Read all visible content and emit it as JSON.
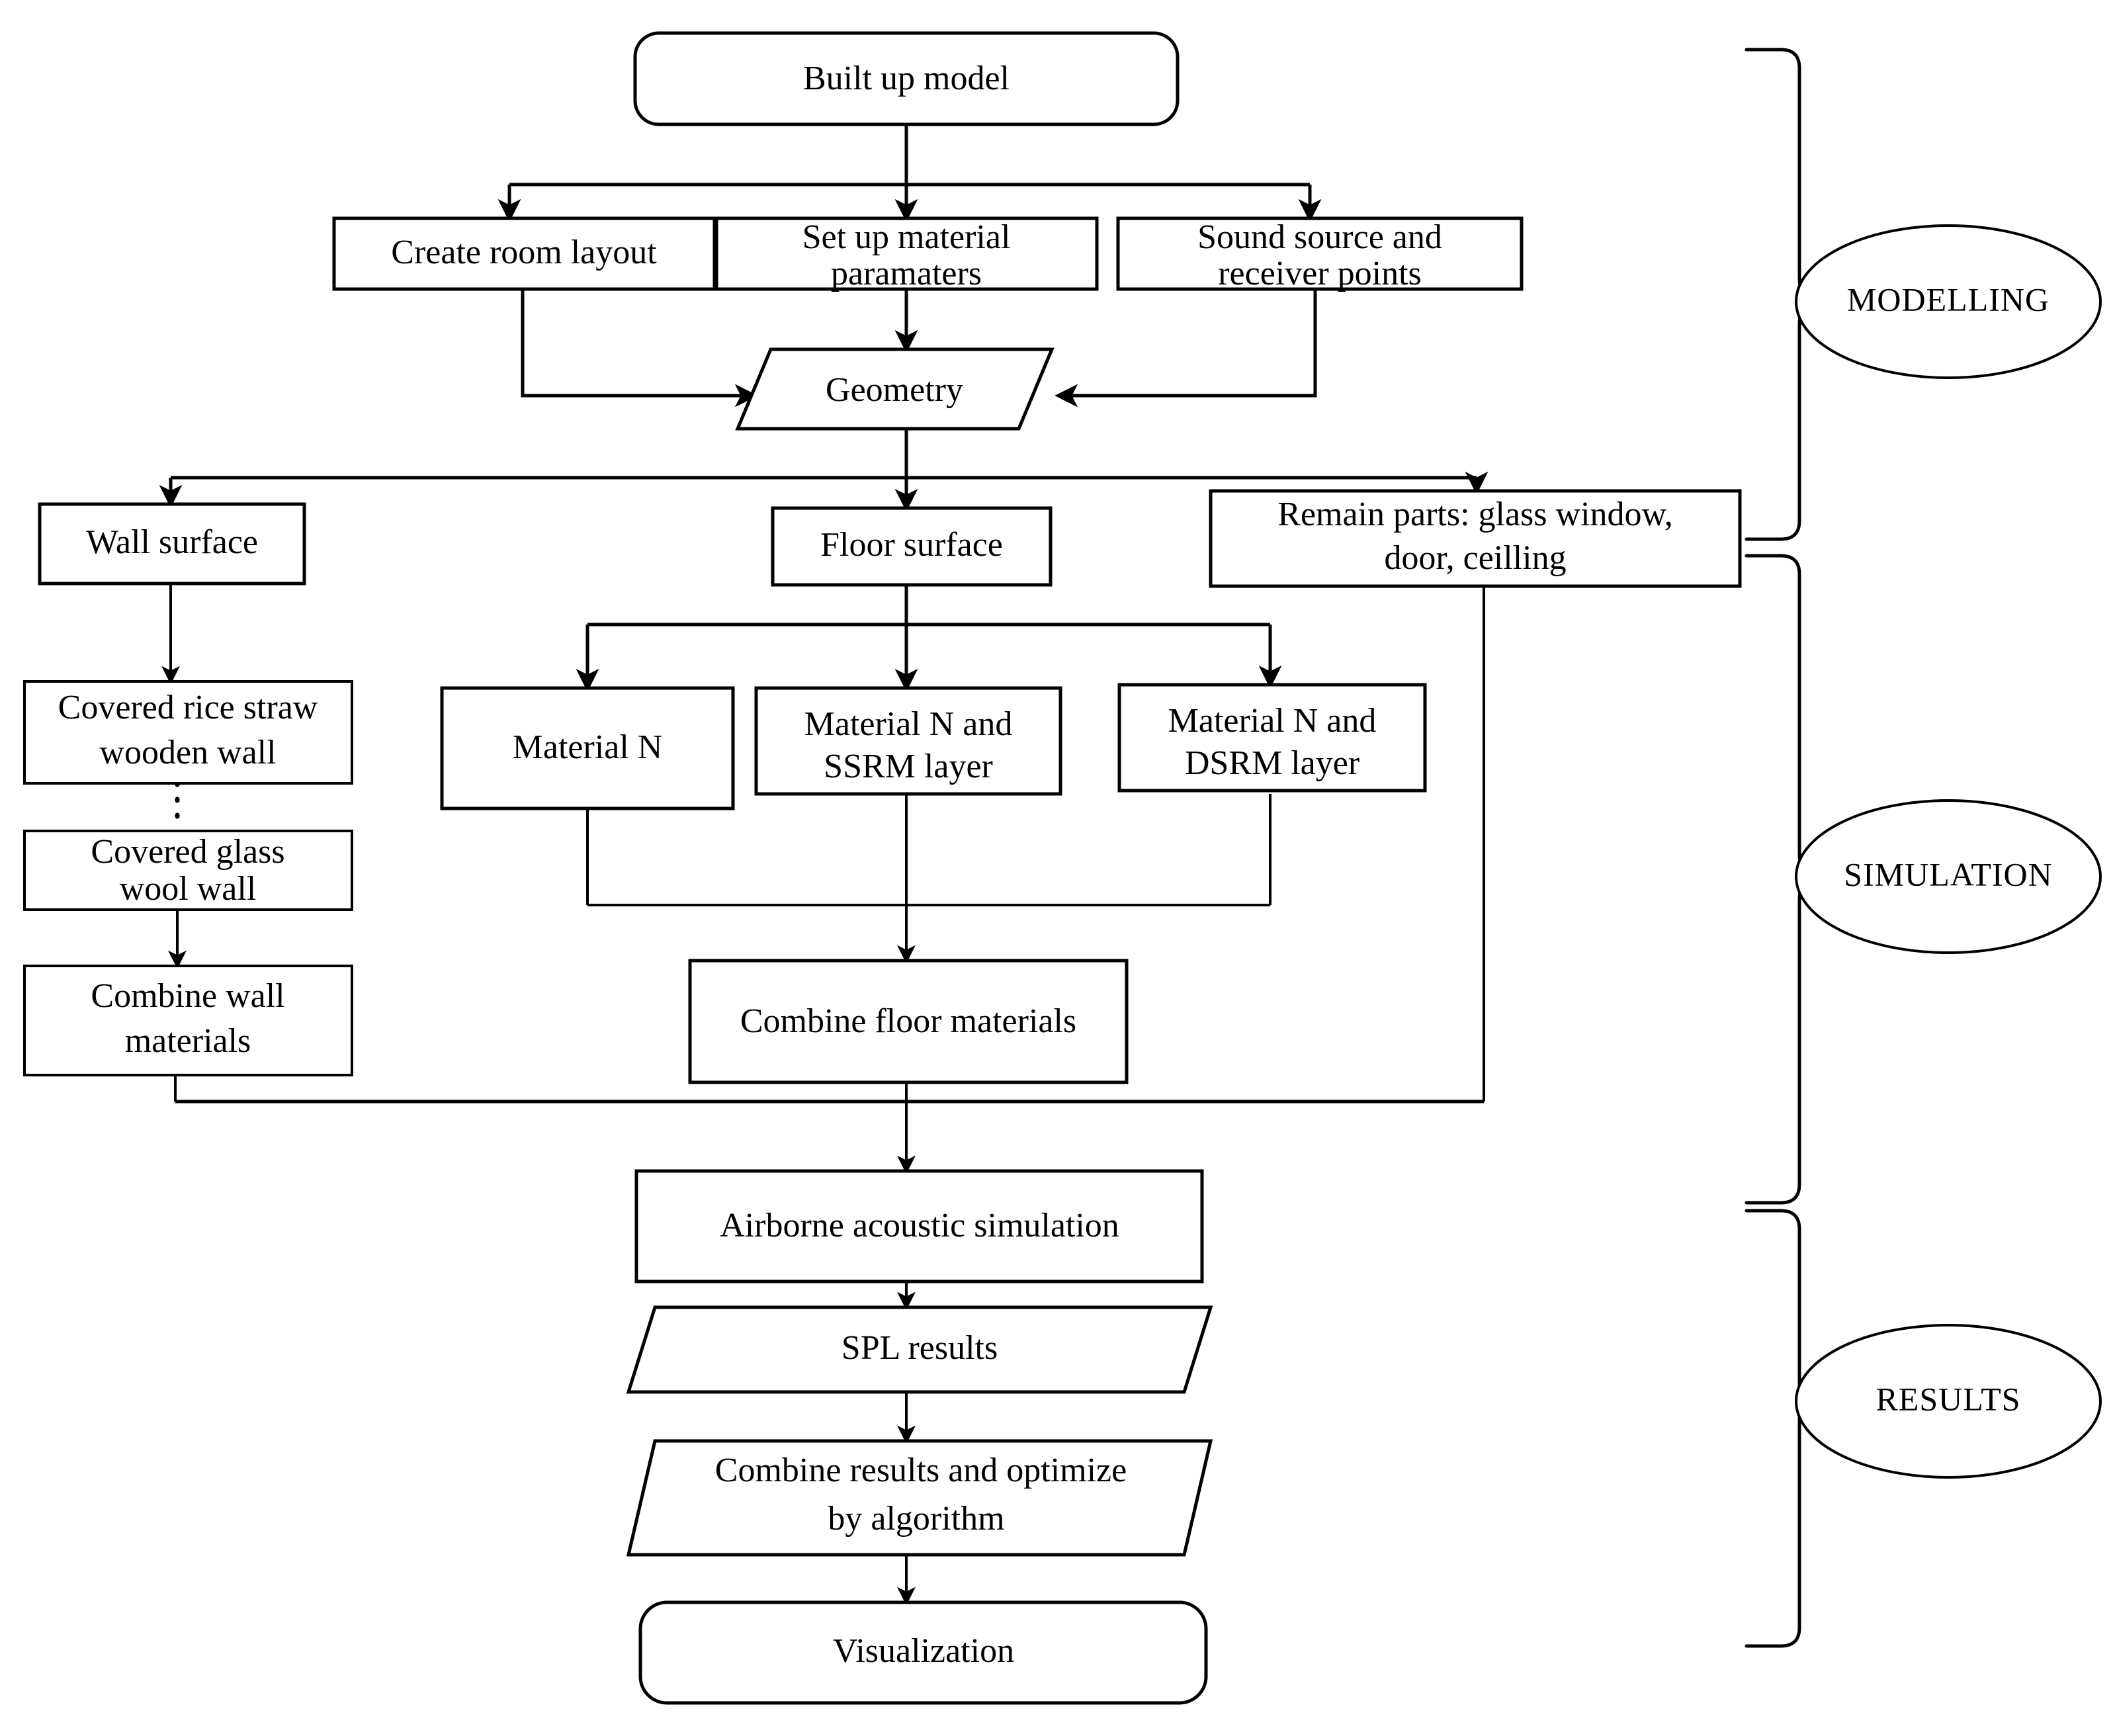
{
  "diagram": {
    "title": "Acoustic simulation workflow flowchart",
    "stroke_color": "#000000",
    "fill_color": "#ffffff"
  },
  "nodes": {
    "built_up_model": "Built up model",
    "create_room_layout": "Create room layout",
    "set_up_material_parameters_l1": "Set up material",
    "set_up_material_parameters_l2": "paramaters",
    "sound_source_l1": "Sound source and",
    "sound_source_l2": "receiver points",
    "geometry": "Geometry",
    "wall_surface": "Wall surface",
    "floor_surface": "Floor surface",
    "remain_parts_l1": "Remain parts: glass window,",
    "remain_parts_l2": "door, ceilling",
    "covered_rice_straw_l1": "Covered rice straw",
    "covered_rice_straw_l2": "wooden wall",
    "covered_glass_wool_l1": "Covered glass",
    "covered_glass_wool_l2": "wool wall",
    "combine_wall_materials_l1": "Combine wall",
    "combine_wall_materials_l2": "materials",
    "material_n": "Material N",
    "material_n_ssrm_l1": "Material N and",
    "material_n_ssrm_l2": "SSRM layer",
    "material_n_dsrm_l1": "Material N and",
    "material_n_dsrm_l2": "DSRM layer",
    "combine_floor_materials": "Combine floor materials",
    "airborne_acoustic_simulation": "Airborne acoustic simulation",
    "spl_results": "SPL results",
    "combine_results_l1": "Combine results and optimize",
    "combine_results_l2": "by algorithm",
    "visualization": "Visualization"
  },
  "phases": {
    "modelling": "MODELLING",
    "simulation": "SIMULATION",
    "results": "RESULTS"
  }
}
